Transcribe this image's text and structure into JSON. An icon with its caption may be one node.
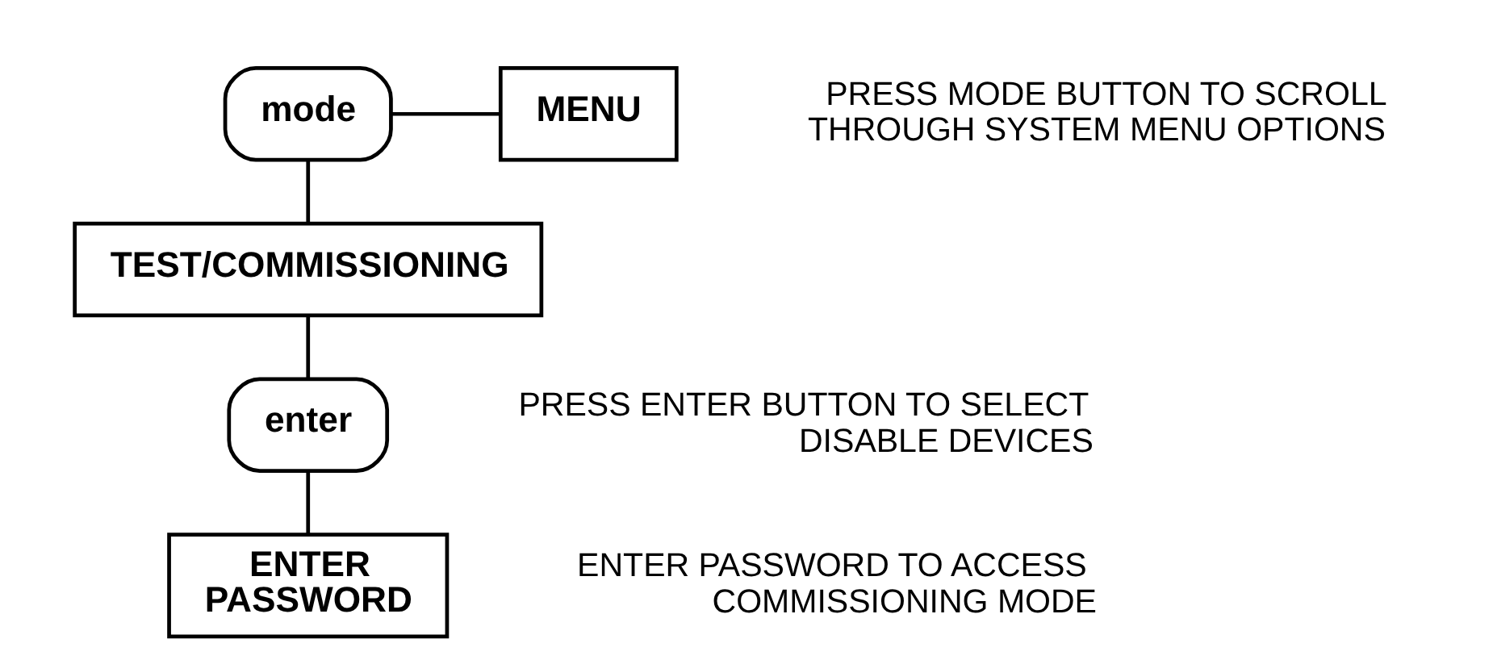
{
  "diagram": {
    "nodes": [
      {
        "text": [
          "mode"
        ]
      },
      {
        "text": [
          "MENU"
        ]
      },
      {
        "text": [
          "TEST/COMMISSIONING"
        ]
      },
      {
        "text": [
          "enter"
        ]
      },
      {
        "text": [
          "ENTER PASSWORD"
        ]
      }
    ],
    "edges": [
      {
        "from": 0,
        "to": 1,
        "arrow": "none"
      },
      {
        "from": 0,
        "to": 2,
        "arrow": "none"
      },
      {
        "from": 2,
        "to": 3,
        "arrow": "none"
      },
      {
        "from": 3,
        "to": 4,
        "arrow": "none"
      }
    ],
    "labels": [
      "PRESS MODE BUTTON TO SCROLL THROUGH SYSTEM MENU OPTIONS",
      "PRESS ENTER BUTTON TO SELECT DISABLE DEVICES",
      "ENTER PASSWORD TO ACCESS COMMISSIONING MODE"
    ]
  }
}
